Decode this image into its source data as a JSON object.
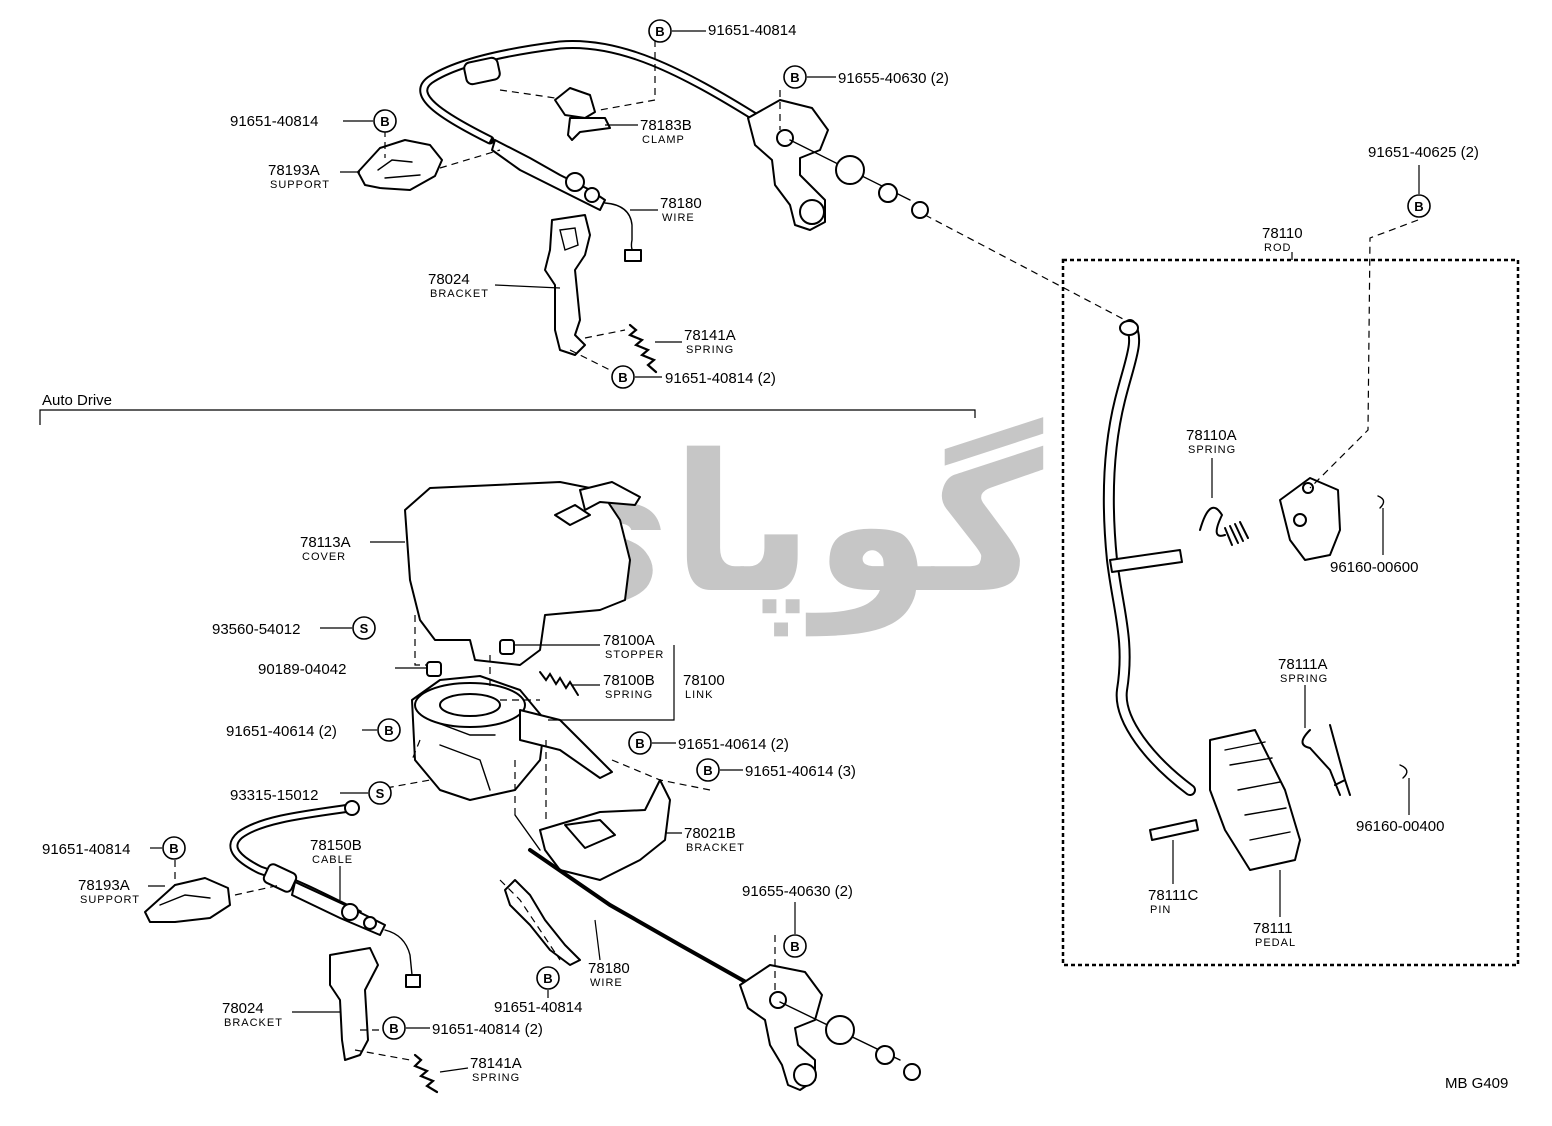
{
  "section_title": "Auto Drive",
  "drawing_code": "MB G409",
  "watermark_text": "ﮔﻮﭘﺎﯼ",
  "badges": {
    "B": "B",
    "S": "S"
  },
  "parts": [
    {
      "id": "p01",
      "number": "91651-40814",
      "name": ""
    },
    {
      "id": "p02",
      "number": "91655-40630 (2)",
      "name": ""
    },
    {
      "id": "p03",
      "number": "91651-40814",
      "name": ""
    },
    {
      "id": "p04",
      "number": "78183B",
      "name": "CLAMP"
    },
    {
      "id": "p05",
      "number": "78193A",
      "name": "SUPPORT"
    },
    {
      "id": "p06",
      "number": "78180",
      "name": "WIRE"
    },
    {
      "id": "p07",
      "number": "78024",
      "name": "BRACKET"
    },
    {
      "id": "p08",
      "number": "78141A",
      "name": "SPRING"
    },
    {
      "id": "p09",
      "number": "91651-40814 (2)",
      "name": ""
    },
    {
      "id": "p10",
      "number": "91651-40625 (2)",
      "name": ""
    },
    {
      "id": "p11",
      "number": "78110",
      "name": "ROD"
    },
    {
      "id": "p12",
      "number": "78110A",
      "name": "SPRING"
    },
    {
      "id": "p13",
      "number": "96160-00600",
      "name": ""
    },
    {
      "id": "p14",
      "number": "78111A",
      "name": "SPRING"
    },
    {
      "id": "p15",
      "number": "96160-00400",
      "name": ""
    },
    {
      "id": "p16",
      "number": "78111C",
      "name": "PIN"
    },
    {
      "id": "p17",
      "number": "78111",
      "name": "PEDAL"
    },
    {
      "id": "p18",
      "number": "78113A",
      "name": "COVER"
    },
    {
      "id": "p19",
      "number": "93560-54012",
      "name": ""
    },
    {
      "id": "p20",
      "number": "90189-04042",
      "name": ""
    },
    {
      "id": "p21",
      "number": "78100A",
      "name": "STOPPER"
    },
    {
      "id": "p22",
      "number": "78100B",
      "name": "SPRING"
    },
    {
      "id": "p23",
      "number": "78100",
      "name": "LINK"
    },
    {
      "id": "p24",
      "number": "91651-40614 (2)",
      "name": ""
    },
    {
      "id": "p25",
      "number": "91651-40614 (2)",
      "name": ""
    },
    {
      "id": "p26",
      "number": "91651-40614 (3)",
      "name": ""
    },
    {
      "id": "p27",
      "number": "93315-15012",
      "name": ""
    },
    {
      "id": "p28",
      "number": "91651-40814",
      "name": ""
    },
    {
      "id": "p29",
      "number": "78150B",
      "name": "CABLE"
    },
    {
      "id": "p30",
      "number": "78021B",
      "name": "BRACKET"
    },
    {
      "id": "p31",
      "number": "78193A",
      "name": "SUPPORT"
    },
    {
      "id": "p32",
      "number": "91655-40630 (2)",
      "name": ""
    },
    {
      "id": "p33",
      "number": "78024",
      "name": "BRACKET"
    },
    {
      "id": "p34",
      "number": "78180",
      "name": "WIRE"
    },
    {
      "id": "p35",
      "number": "91651-40814",
      "name": ""
    },
    {
      "id": "p36",
      "number": "91651-40814 (2)",
      "name": ""
    },
    {
      "id": "p37",
      "number": "78141A",
      "name": "SPRING"
    }
  ]
}
